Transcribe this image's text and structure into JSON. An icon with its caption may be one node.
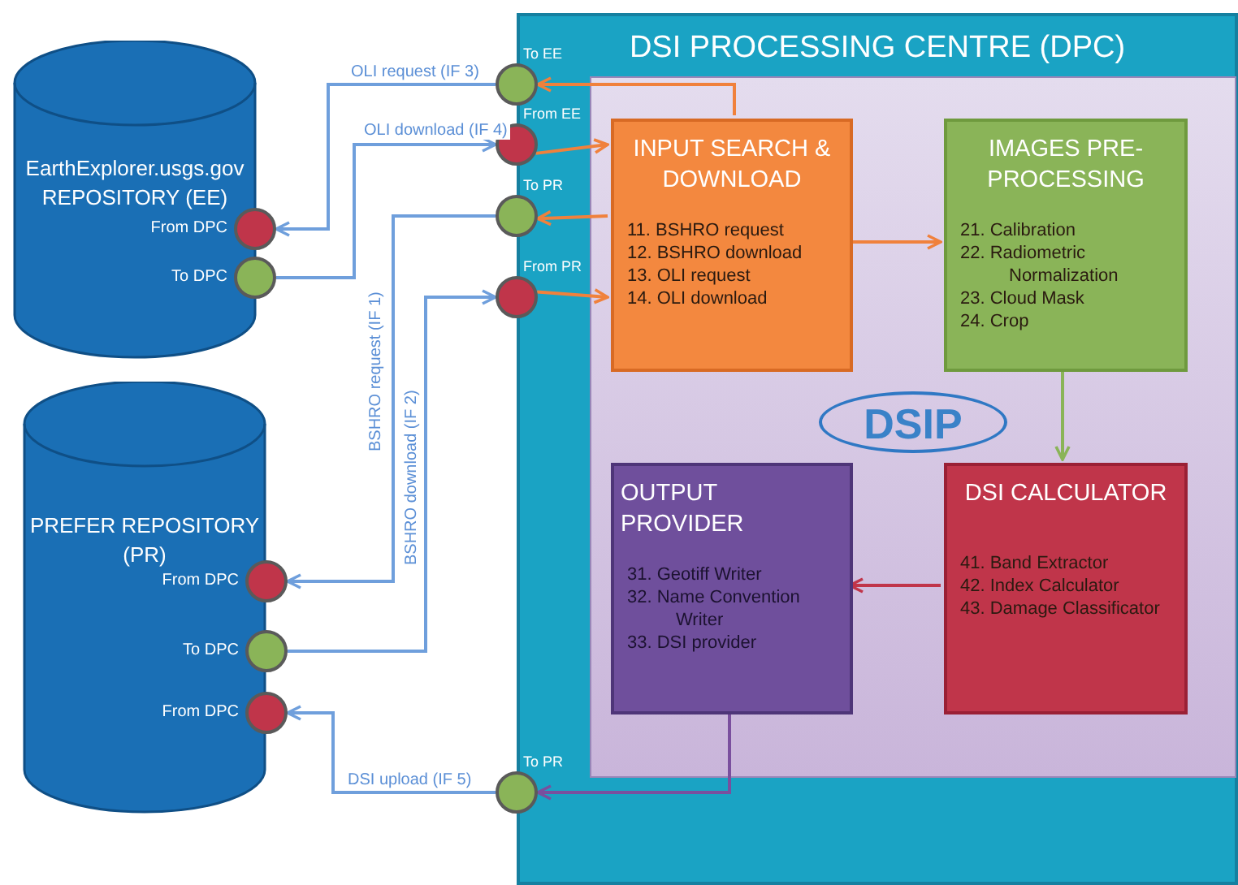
{
  "diagram": {
    "nodes": [
      {
        "text": [
          "DSI PROCESSING CENTRE (DPC)"
        ]
      },
      {
        "text": [
          "EarthExplorer.usgs.gov REPOSITORY (EE)"
        ]
      },
      {
        "text": [],
        "shape": "circle",
        "beside": [
          "From DPC"
        ]
      },
      {
        "text": [],
        "shape": "circle",
        "beside": [
          "To DPC"
        ]
      },
      {
        "text": [
          "PREFER REPOSITORY (PR)"
        ]
      },
      {
        "text": [],
        "shape": "circle",
        "beside": [
          "From DPC"
        ]
      },
      {
        "text": [],
        "shape": "circle",
        "beside": [
          "To DPC"
        ]
      },
      {
        "text": [],
        "shape": "circle",
        "beside": [
          "From DPC"
        ]
      },
      {
        "text": [],
        "shape": "circle",
        "beside": [
          "To EE"
        ]
      },
      {
        "text": [],
        "shape": "circle",
        "beside": [
          "From EE"
        ]
      },
      {
        "text": [],
        "shape": "circle",
        "beside": [
          "To PR"
        ]
      },
      {
        "text": [],
        "shape": "circle",
        "beside": [
          "From PR"
        ]
      },
      {
        "text": [],
        "shape": "circle",
        "beside": [
          "To PR"
        ]
      },
      {
        "text": [
          "INPUT SEARCH & DOWNLOAD",
          "11. BSHRO request",
          "12. BSHRO download",
          "13. OLI request",
          "14. OLI download"
        ],
        "in": 0
      },
      {
        "text": [
          "IMAGES PRE-PROCESSING",
          "21. Calibration",
          "22. Radiometric Normalization",
          "23. Cloud Mask",
          "24. Crop"
        ],
        "in": 0
      },
      {
        "text": [
          "DSIP"
        ],
        "in": 0
      },
      {
        "text": [
          "OUTPUT PROVIDER",
          "31. Geotiff Writer",
          "32. Name Convention Writer",
          "33. DSI provider"
        ],
        "in": 0
      },
      {
        "text": [
          "DSI CALCULATOR",
          "41. Band Extractor",
          "42. Index Calculator",
          "43. Damage Classificator"
        ],
        "in": 0
      }
    ],
    "edges": [
      {
        "from": 13,
        "to": 8,
        "arrow": "to",
        "color": "#f0813c"
      },
      {
        "from": 9,
        "to": 13,
        "arrow": "to",
        "color": "#f0813c"
      },
      {
        "from": 13,
        "to": 10,
        "arrow": "to",
        "color": "#f0813c"
      },
      {
        "from": 11,
        "to": 13,
        "arrow": "to",
        "color": "#f0813c"
      },
      {
        "from": 13,
        "to": 14,
        "arrow": "to",
        "color": "#f0813c"
      },
      {
        "from": 14,
        "to": 17,
        "arrow": "to",
        "color": "#8ab458"
      },
      {
        "from": 17,
        "to": 16,
        "arrow": "to",
        "color": "#c0354a"
      },
      {
        "from": 16,
        "to": 12,
        "arrow": "to",
        "color": "#7a4f9e"
      },
      {
        "from": 8,
        "to": 2,
        "arrow": "to",
        "label": "OLI request (IF 3)",
        "color": "#6f9fdc"
      },
      {
        "from": 3,
        "to": 9,
        "arrow": "to",
        "label": "OLI download (IF 4)",
        "color": "#6f9fdc"
      },
      {
        "from": 10,
        "to": 5,
        "arrow": "to",
        "label": "BSHRO request (IF 1)",
        "color": "#6f9fdc"
      },
      {
        "from": 6,
        "to": 11,
        "arrow": "to",
        "label": "BSHRO download (IF 2)",
        "color": "#6f9fdc"
      },
      {
        "from": 12,
        "to": 7,
        "arrow": "to",
        "label": "DSI upload (IF 5)",
        "color": "#6f9fdc"
      }
    ]
  }
}
